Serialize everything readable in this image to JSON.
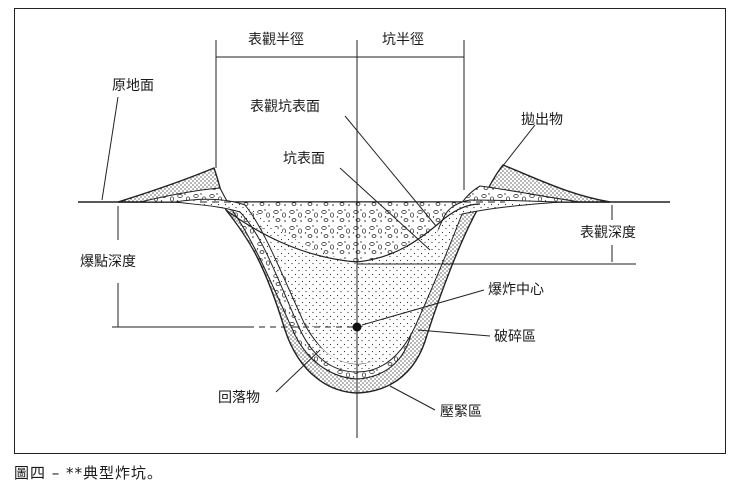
{
  "labels": {
    "apparent_radius": "表觀半徑",
    "crater_radius": "坑半徑",
    "original_ground": "原地面",
    "apparent_crater_surface": "表觀坑表面",
    "ejecta": "拋出物",
    "crater_surface": "坑表面",
    "burst_depth": "爆點深度",
    "apparent_depth": "表觀深度",
    "burst_center": "爆炸中心",
    "rupture_zone": "破碎區",
    "fallback": "回落物",
    "compacted_zone": "壓緊區"
  },
  "caption": "圖四 – **典型炸坑。"
}
